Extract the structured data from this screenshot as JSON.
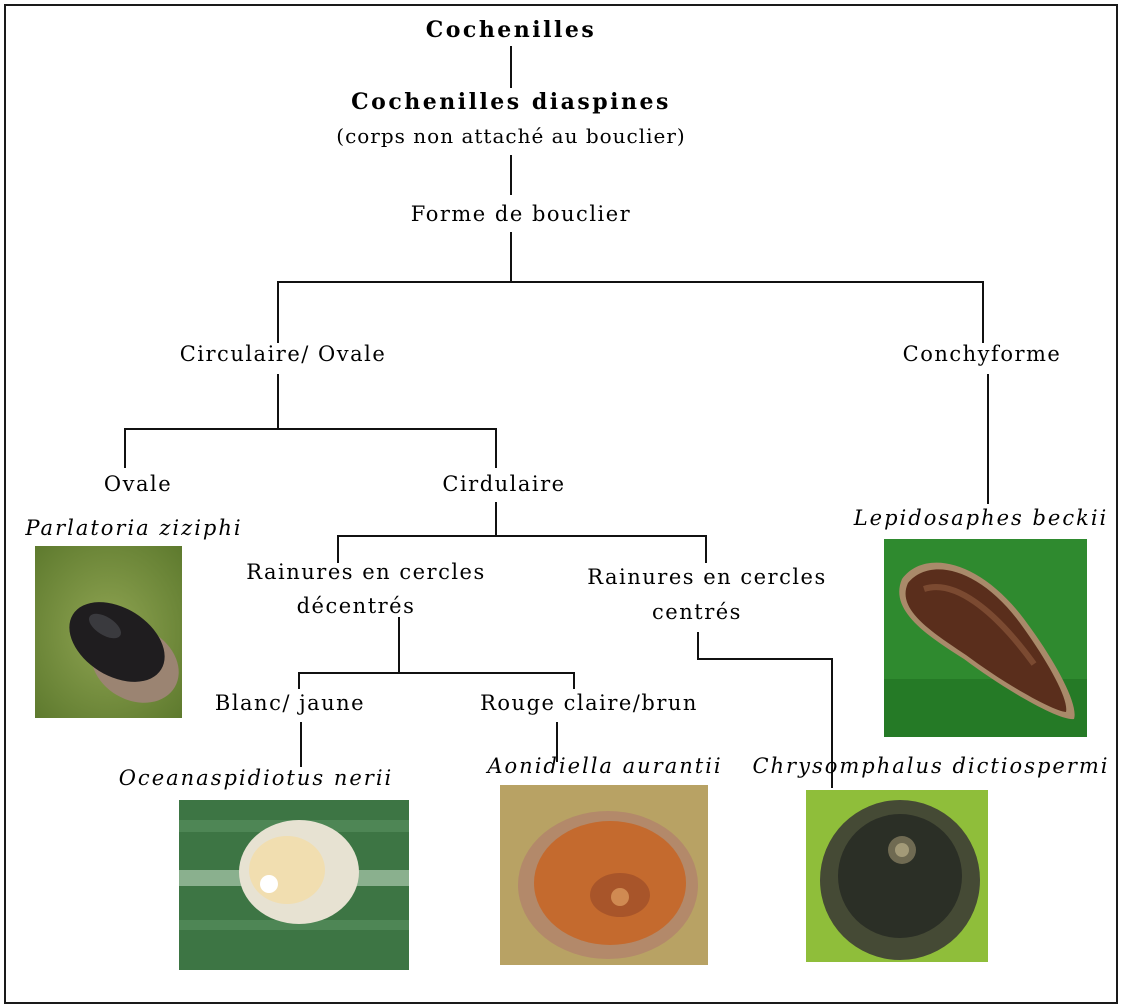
{
  "nodes": {
    "root": "Cochenilles",
    "diaspines": "Cochenilles diaspines",
    "diaspines_note": "(corps non attaché au bouclier)",
    "forme": "Forme de bouclier",
    "circ_ovale": "Circulaire/ Ovale",
    "conchy": "Conchyforme",
    "ovale": "Ovale",
    "circulaire": "Cirdulaire",
    "decentres_1": "Rainures en cercles",
    "decentres_2": "décentrés",
    "centres_1": "Rainures en cercles",
    "centres_2": "centrés",
    "blanc": "Blanc/ jaune",
    "rouge": "Rouge claire/brun"
  },
  "species": {
    "parlatoria": "Parlatoria ziziphi",
    "lepidosaphes": "Lepidosaphes beckii",
    "oceanaspidiotus": "Oceanaspidiotus nerii",
    "aonidiella": "Aonidiella aurantii",
    "chrysomphalus": "Chrysomphalus dictiospermi"
  }
}
